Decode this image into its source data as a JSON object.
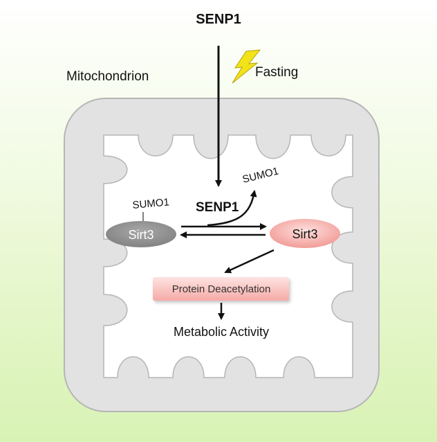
{
  "top_label": "SENP1",
  "fasting_label": "Fasting",
  "mitochondrion_label": "Mitochondrion",
  "senp1_label": "SENP1",
  "sumo1_released_label": "SUMO1",
  "sumo1_attached_label": "SUMO1",
  "sirt3_sumoylated_label": "Sirt3",
  "sirt3_active_label": "Sirt3",
  "protein_deacetylation_label": "Protein Deacetylation",
  "metabolic_activity_label": "Metabolic Activity",
  "colors": {
    "membrane_fill": "#e2e2e2",
    "membrane_stroke": "#b5b5b5",
    "sirt3_sumoylated": "#8f8f8f",
    "sirt3_active": "#f4a3a0",
    "deacetylation_box": "#f7b9b6",
    "lightning": "#f2e21a"
  }
}
